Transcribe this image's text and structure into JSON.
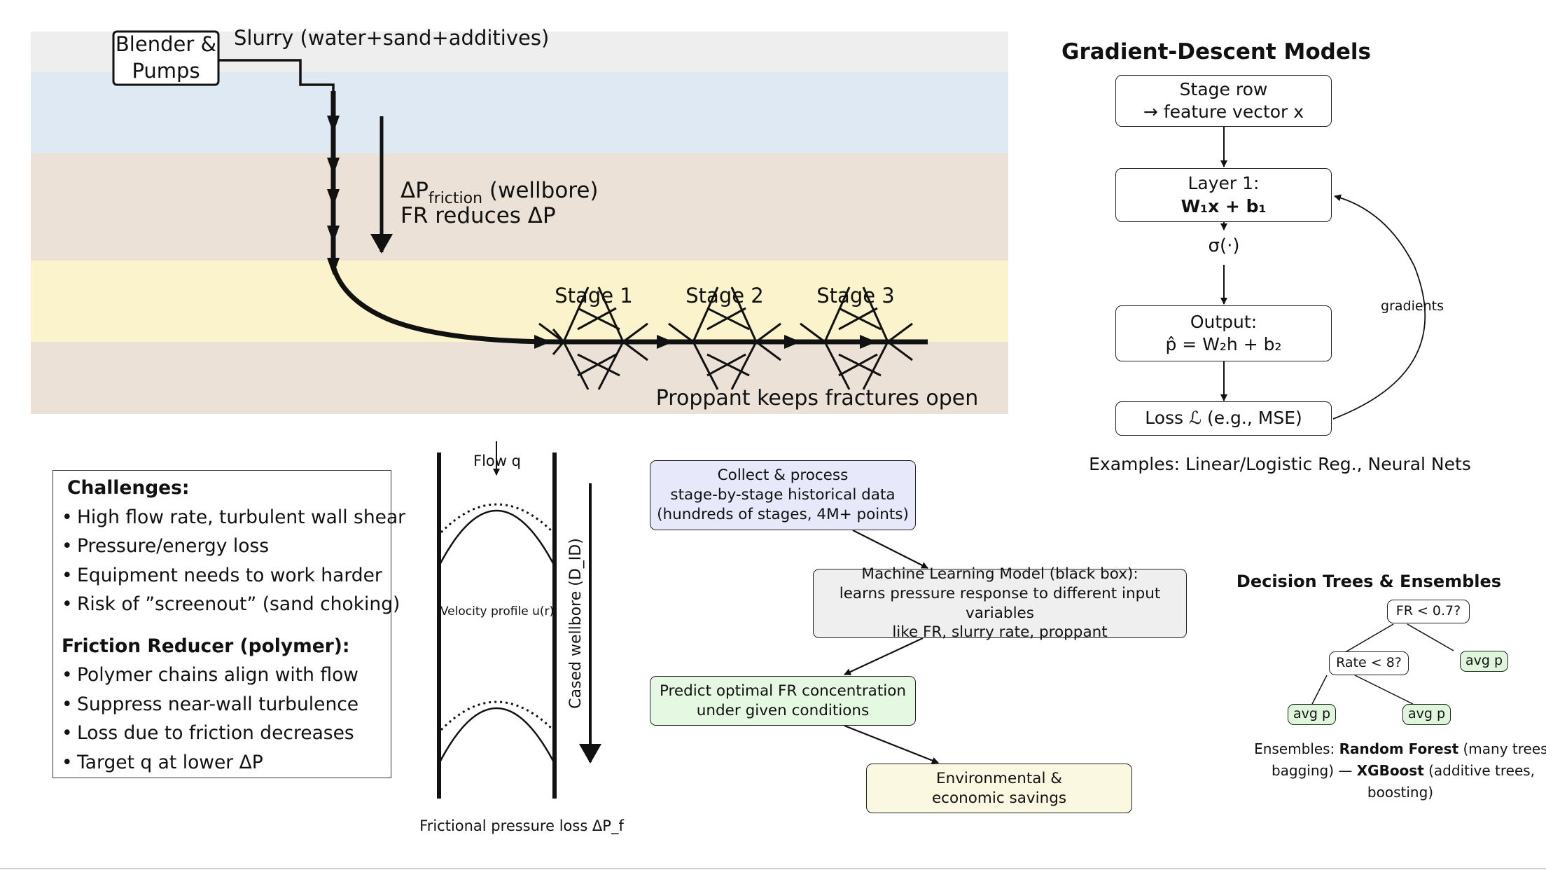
{
  "wellbore": {
    "blender_line1": "Blender &",
    "blender_line2": "Pumps",
    "slurry_label": "Slurry (water+sand+additives)",
    "friction_label_prefix": "ΔP",
    "friction_label_sub": "friction",
    "friction_label_suffix": " (wellbore)",
    "fr_reduces": "FR reduces ΔP",
    "stages": [
      "Stage 1",
      "Stage 2",
      "Stage 3"
    ],
    "proppant_label": "Proppant keeps fractures open",
    "layer_colors": [
      "#eeeeee",
      "#dfe9f3",
      "#ebe1d6",
      "#faf3cc",
      "#ebe1d6"
    ]
  },
  "gradient_descent": {
    "title": "Gradient-Descent Models",
    "stage_row_line1": "Stage row",
    "stage_row_line2": "→ feature vector x",
    "layer1_line1": "Layer 1:",
    "layer1_line2": "W₁x + b₁",
    "activation": "σ(·)",
    "output_line1": "Output:",
    "output_line2": "p̂ = W₂h + b₂",
    "loss": "Loss ℒ (e.g., MSE)",
    "gradients_label": "gradients",
    "examples": "Examples: Linear/Logistic Reg., Neural Nets"
  },
  "challenges": {
    "heading1": "Challenges:",
    "items1": [
      "High flow rate, turbulent wall shear",
      "Pressure/energy loss",
      "Equipment needs to work harder",
      "Risk of ”screenout” (sand choking)"
    ],
    "heading2": "Friction Reducer (polymer):",
    "items2": [
      "Polymer chains align with flow",
      "Suppress near-wall turbulence",
      "Loss due to friction decreases",
      "Target q at lower ΔP"
    ]
  },
  "pipe": {
    "flow_label": "Flow q",
    "velocity_label": "Velocity profile u(r)",
    "cased_label": "Cased wellbore (D_ID)",
    "pressure_label": "Frictional pressure loss ΔP_f"
  },
  "workflow": {
    "step1": [
      "Collect & process",
      "stage-by-stage historical data",
      "(hundreds of stages, 4M+ points)"
    ],
    "step2": [
      "Machine Learning Model (black box):",
      "learns pressure response to different input variables",
      "like FR, slurry rate, proppant"
    ],
    "step3": [
      "Predict optimal FR concentration",
      "under given conditions"
    ],
    "step4": [
      "Environmental &",
      "economic savings"
    ],
    "colors": [
      "#e8e8fb",
      "#efefef",
      "#e5f8e2",
      "#fbf8e1"
    ]
  },
  "trees": {
    "title": "Decision Trees & Ensembles",
    "root": "FR < 0.7?",
    "inner": "Rate < 8?",
    "leaf": "avg p",
    "ensemble_line1_a": "Ensembles: ",
    "ensemble_line1_b": "Random Forest",
    "ensemble_line1_c": " (many trees,",
    "ensemble_line2_a": "bagging) — ",
    "ensemble_line2_b": "XGBoost",
    "ensemble_line2_c": " (additive trees,",
    "ensemble_line3": "boosting)"
  }
}
